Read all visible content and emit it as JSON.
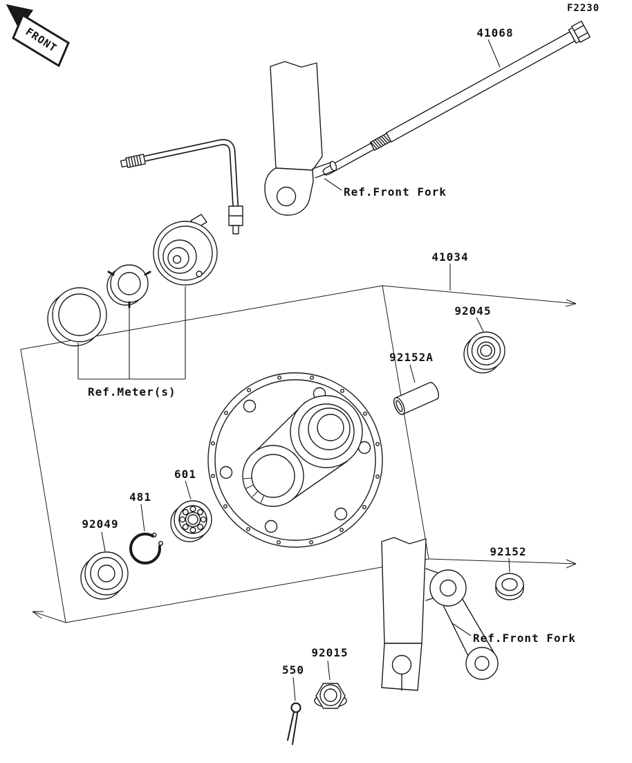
{
  "document": {
    "code": "F2230",
    "orientation_flag": "FRONT"
  },
  "style": {
    "ink_color": "#1a1a1a",
    "paper_color": "#ffffff"
  },
  "part_callouts": [
    {
      "id": "front-axle",
      "label": "41068"
    },
    {
      "id": "hub-assembly",
      "label": "41034"
    },
    {
      "id": "bearing-upper",
      "label": "92045"
    },
    {
      "id": "collar-inner",
      "label": "92152A"
    },
    {
      "id": "collar-right",
      "label": "92152"
    },
    {
      "id": "oil-seal",
      "label": "92049"
    },
    {
      "id": "circlip",
      "label": "481"
    },
    {
      "id": "ball-bearing",
      "label": "601"
    },
    {
      "id": "axle-nut",
      "label": "92015"
    },
    {
      "id": "cotter-pin",
      "label": "550"
    }
  ],
  "reference_labels": [
    {
      "id": "front-fork-upper",
      "label": "Ref.Front Fork"
    },
    {
      "id": "front-fork-lower",
      "label": "Ref.Front Fork"
    },
    {
      "id": "meter",
      "label": "Ref.Meter(s)"
    }
  ]
}
